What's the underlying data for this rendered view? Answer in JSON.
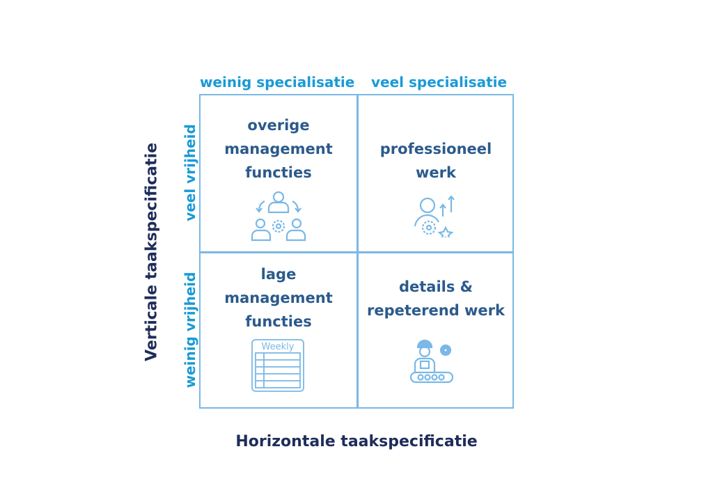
{
  "columns": [
    "weinig specialisatie",
    "veel specialisatie"
  ],
  "rows": [
    "veel vrijheid",
    "weinig vrijheid"
  ],
  "axes": {
    "vertical": "Verticale taakspecificatie",
    "horizontal": "Horizontale taakspecificatie"
  },
  "quadrants": [
    {
      "lines": [
        "overige",
        "management",
        "functies"
      ],
      "icon": "team-management-icon"
    },
    {
      "lines": [
        "professioneel",
        "werk"
      ],
      "icon": "professional-growth-icon"
    },
    {
      "lines": [
        "lage",
        "management",
        "functies"
      ],
      "icon": "weekly-schedule-icon",
      "icon_text": "Weekly"
    },
    {
      "lines": [
        "details &",
        "repeterend werk"
      ],
      "icon": "assembly-worker-icon"
    }
  ],
  "colors": {
    "header": "#1a9ad6",
    "quadrant_text": "#2b5a8c",
    "axis": "#1f2d5a",
    "border": "#7ab8e6"
  }
}
